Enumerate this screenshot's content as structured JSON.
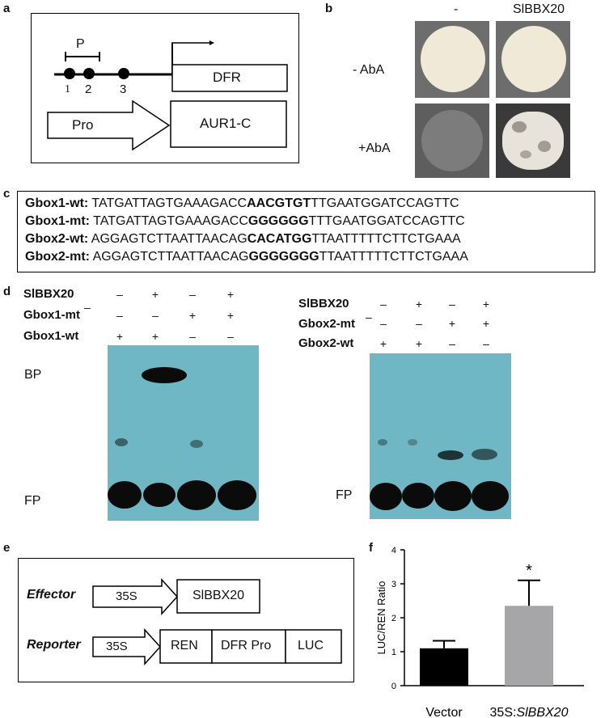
{
  "panels": {
    "a": {
      "letter": "a",
      "marker_p": "P",
      "site_1": "1",
      "site_2": "2",
      "site_3": "3",
      "dfr": "DFR",
      "pro": "Pro",
      "aur": "AUR1-C"
    },
    "b": {
      "letter": "b",
      "col_minus": "-",
      "col_sl": "SlBBX20",
      "row_minus_aba": "- AbA",
      "row_plus_aba": "+AbA"
    },
    "c": {
      "letter": "c",
      "rows": [
        {
          "name": "Gbox1-wt:",
          "pre": " TATGATTAGTGAAAGACC",
          "mid": "AACGTGT",
          "post": "TTGAATGGATCCAGTTC"
        },
        {
          "name": "Gbox1-mt:",
          "pre": " TATGATTAGTGAAAGACC",
          "mid": "GGGGGG",
          "post": "TTTGAATGGATCCAGTTC"
        },
        {
          "name": "Gbox2-wt:",
          "pre": " AGGAGTCTTAATTAACAG",
          "mid": "CACATGG",
          "post": "TTAATTTTTCTTCTGAAA"
        },
        {
          "name": "Gbox2-mt:",
          "pre": " AGGAGTCTTAATTAACAG",
          "mid": "GGGGGGG",
          "post": "TTAATTTTTCTTCTGAAA"
        }
      ]
    },
    "d": {
      "letter": "d",
      "left": {
        "labels": [
          "SlBBX20",
          "Gbox1-mt",
          "Gbox1-wt"
        ],
        "signs": [
          [
            "-",
            "+",
            "-",
            "+"
          ],
          [
            "-",
            "-",
            "+",
            "+"
          ],
          [
            "+",
            "+",
            "-",
            "-"
          ]
        ],
        "bp": "BP",
        "fp": "FP"
      },
      "right": {
        "labels": [
          "SlBBX20",
          "Gbox2-mt",
          "Gbox2-wt"
        ],
        "signs": [
          [
            "-",
            "+",
            "-",
            "+"
          ],
          [
            "-",
            "-",
            "+",
            "+"
          ],
          [
            "+",
            "+",
            "-",
            "-"
          ]
        ],
        "fp": "FP"
      }
    },
    "e": {
      "letter": "e",
      "effector": "Effector",
      "reporter": "Reporter",
      "promoter_35s_1": "35S",
      "promoter_35s_2": "35S",
      "slbbx20": "SlBBX20",
      "ren": "REN",
      "dfr_pro": "DFR Pro",
      "luc": "LUC"
    },
    "f": {
      "letter": "f",
      "significance": "*"
    }
  },
  "chart_data": {
    "type": "bar",
    "categories": [
      "Vector",
      "35S:SlBBX20"
    ],
    "values": [
      1.1,
      2.35
    ],
    "errors": [
      0.22,
      0.75
    ],
    "colors": [
      "#000000",
      "#a6a6a8"
    ],
    "ylabel": "LUC/REN Ratio",
    "ylim": [
      0,
      4
    ],
    "yticks": [
      0,
      1,
      2,
      3,
      4
    ],
    "annotation": "*"
  }
}
